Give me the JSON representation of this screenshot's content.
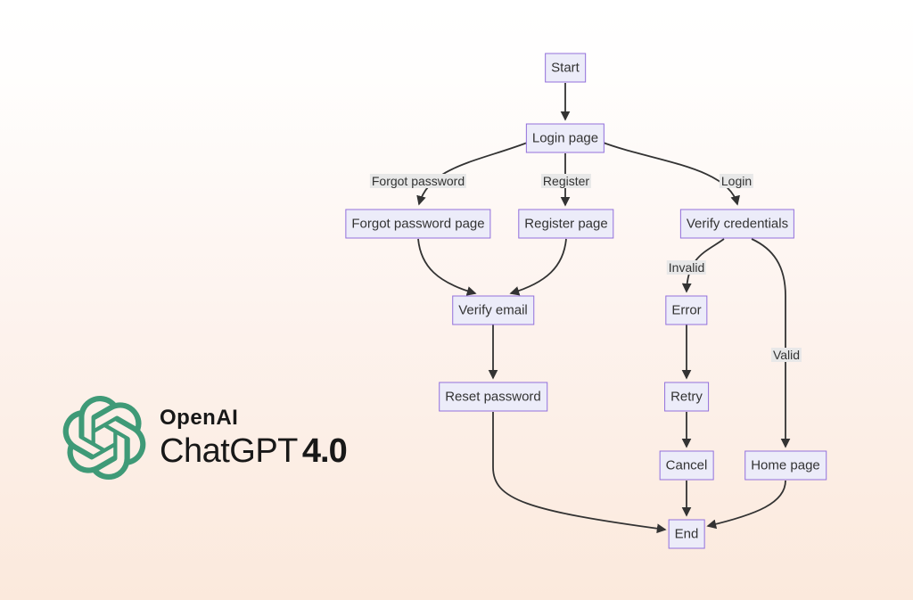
{
  "background": {
    "top": "#ffffff",
    "middle": "#fdf3ee",
    "bottom": "#fbe9dc"
  },
  "branding": {
    "logo_icon": "openai-logo",
    "logo_color": "#3f9a77",
    "text_color": "#181818",
    "name": "OpenAI",
    "product": "ChatGPT",
    "version": "4.0"
  },
  "diagram": {
    "type": "flowchart",
    "direction": "top-down",
    "node_fill": "#ececf9",
    "node_border": "#9370db",
    "edge_color": "#333333",
    "edge_label_bg": "#e8e8e8",
    "text_color": "#333333",
    "nodes": {
      "start": {
        "label": "Start"
      },
      "login_page": {
        "label": "Login page"
      },
      "forgot_password_page": {
        "label": "Forgot password page"
      },
      "register_page": {
        "label": "Register page"
      },
      "verify_credentials": {
        "label": "Verify credentials"
      },
      "verify_email": {
        "label": "Verify email"
      },
      "error": {
        "label": "Error"
      },
      "reset_password": {
        "label": "Reset password"
      },
      "retry": {
        "label": "Retry"
      },
      "cancel": {
        "label": "Cancel"
      },
      "home_page": {
        "label": "Home page"
      },
      "end": {
        "label": "End"
      }
    },
    "edge_labels": {
      "forgot_password": "Forgot password",
      "register": "Register",
      "login": "Login",
      "invalid": "Invalid",
      "valid": "Valid"
    },
    "edges": [
      {
        "from": "Start",
        "to": "Login page",
        "label": ""
      },
      {
        "from": "Login page",
        "to": "Forgot password page",
        "label": "Forgot password"
      },
      {
        "from": "Login page",
        "to": "Register page",
        "label": "Register"
      },
      {
        "from": "Login page",
        "to": "Verify credentials",
        "label": "Login"
      },
      {
        "from": "Forgot password page",
        "to": "Verify email",
        "label": ""
      },
      {
        "from": "Register page",
        "to": "Verify email",
        "label": ""
      },
      {
        "from": "Verify email",
        "to": "Reset password",
        "label": ""
      },
      {
        "from": "Verify credentials",
        "to": "Error",
        "label": "Invalid"
      },
      {
        "from": "Verify credentials",
        "to": "Home page",
        "label": "Valid"
      },
      {
        "from": "Error",
        "to": "Retry",
        "label": ""
      },
      {
        "from": "Retry",
        "to": "Cancel",
        "label": ""
      },
      {
        "from": "Cancel",
        "to": "End",
        "label": ""
      },
      {
        "from": "Reset password",
        "to": "End",
        "label": ""
      },
      {
        "from": "Home page",
        "to": "End",
        "label": ""
      }
    ]
  }
}
